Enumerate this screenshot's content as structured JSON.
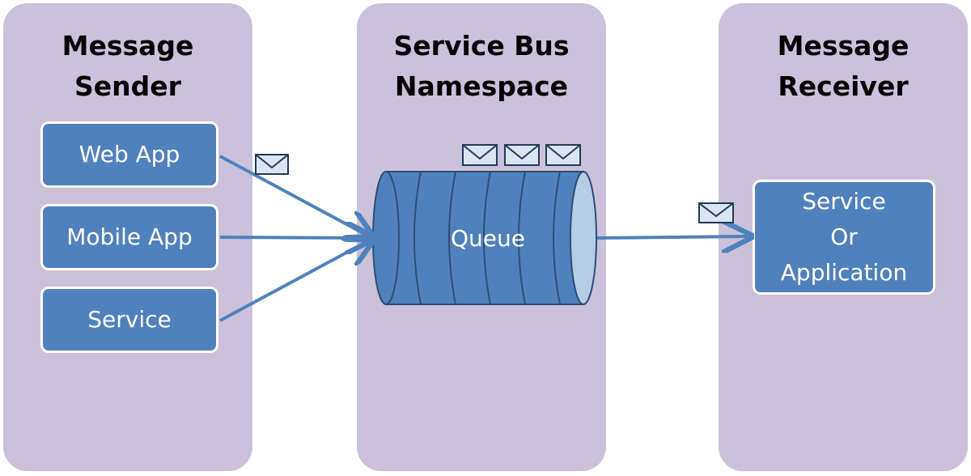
{
  "panels": {
    "sender": {
      "title": "Message\nSender"
    },
    "namespace": {
      "title": "Service Bus\nNamespace"
    },
    "receiver": {
      "title": "Message\nReceiver"
    }
  },
  "senders": {
    "web_app": "Web App",
    "mobile_app": "Mobile App",
    "service": "Service"
  },
  "queue": {
    "label": "Queue"
  },
  "receiver_node": {
    "label": "Service\nOr\nApplication"
  },
  "icons": {
    "message": "envelope-icon"
  },
  "colors": {
    "panel": "#ccc1da",
    "node": "#4f81bd",
    "node_border": "#ffffff",
    "arrow": "#4f81bd",
    "queue_body": "#4f81bd",
    "queue_outline": "#2c4e74",
    "queue_end": "#b7cde6"
  }
}
